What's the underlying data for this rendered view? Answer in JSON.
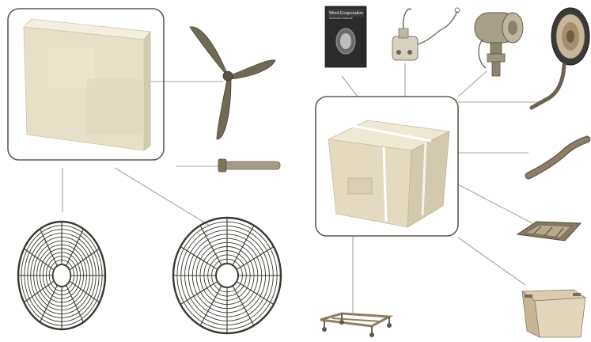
{
  "page": {
    "background": "#ffffff"
  },
  "colors": {
    "frame": "#5f5a4a",
    "connector": "#a7a59b",
    "cardboard": "#e8e0c8",
    "metal_dark": "#3b372f",
    "metal_tan": "#8c7f60",
    "manual_dark": "#2b2b2b"
  },
  "parts": [
    {
      "id": "cooling-pad-panel",
      "icon": "panel-icon",
      "group": "left-frame"
    },
    {
      "id": "fan-blade",
      "icon": "propeller-icon"
    },
    {
      "id": "shaft",
      "icon": "shaft-icon"
    },
    {
      "id": "front-grill",
      "icon": "grill-icon"
    },
    {
      "id": "rear-grill",
      "icon": "grill-icon"
    },
    {
      "id": "instruction-manual",
      "icon": "book-icon"
    },
    {
      "id": "water-pump",
      "icon": "pump-icon"
    },
    {
      "id": "fan-motor",
      "icon": "motor-icon"
    },
    {
      "id": "motor-with-guard",
      "icon": "motor-guard-icon"
    },
    {
      "id": "packaged-box",
      "icon": "box-icon",
      "group": "right-frame"
    },
    {
      "id": "drain-hose",
      "icon": "hose-icon"
    },
    {
      "id": "filter-tray",
      "icon": "tray-icon"
    },
    {
      "id": "water-tank",
      "icon": "tank-icon"
    },
    {
      "id": "caster-base",
      "icon": "caster-icon"
    }
  ],
  "manual": {
    "title_text": "Wind Evaporative",
    "subtitle_text": "Instruction Manual"
  }
}
